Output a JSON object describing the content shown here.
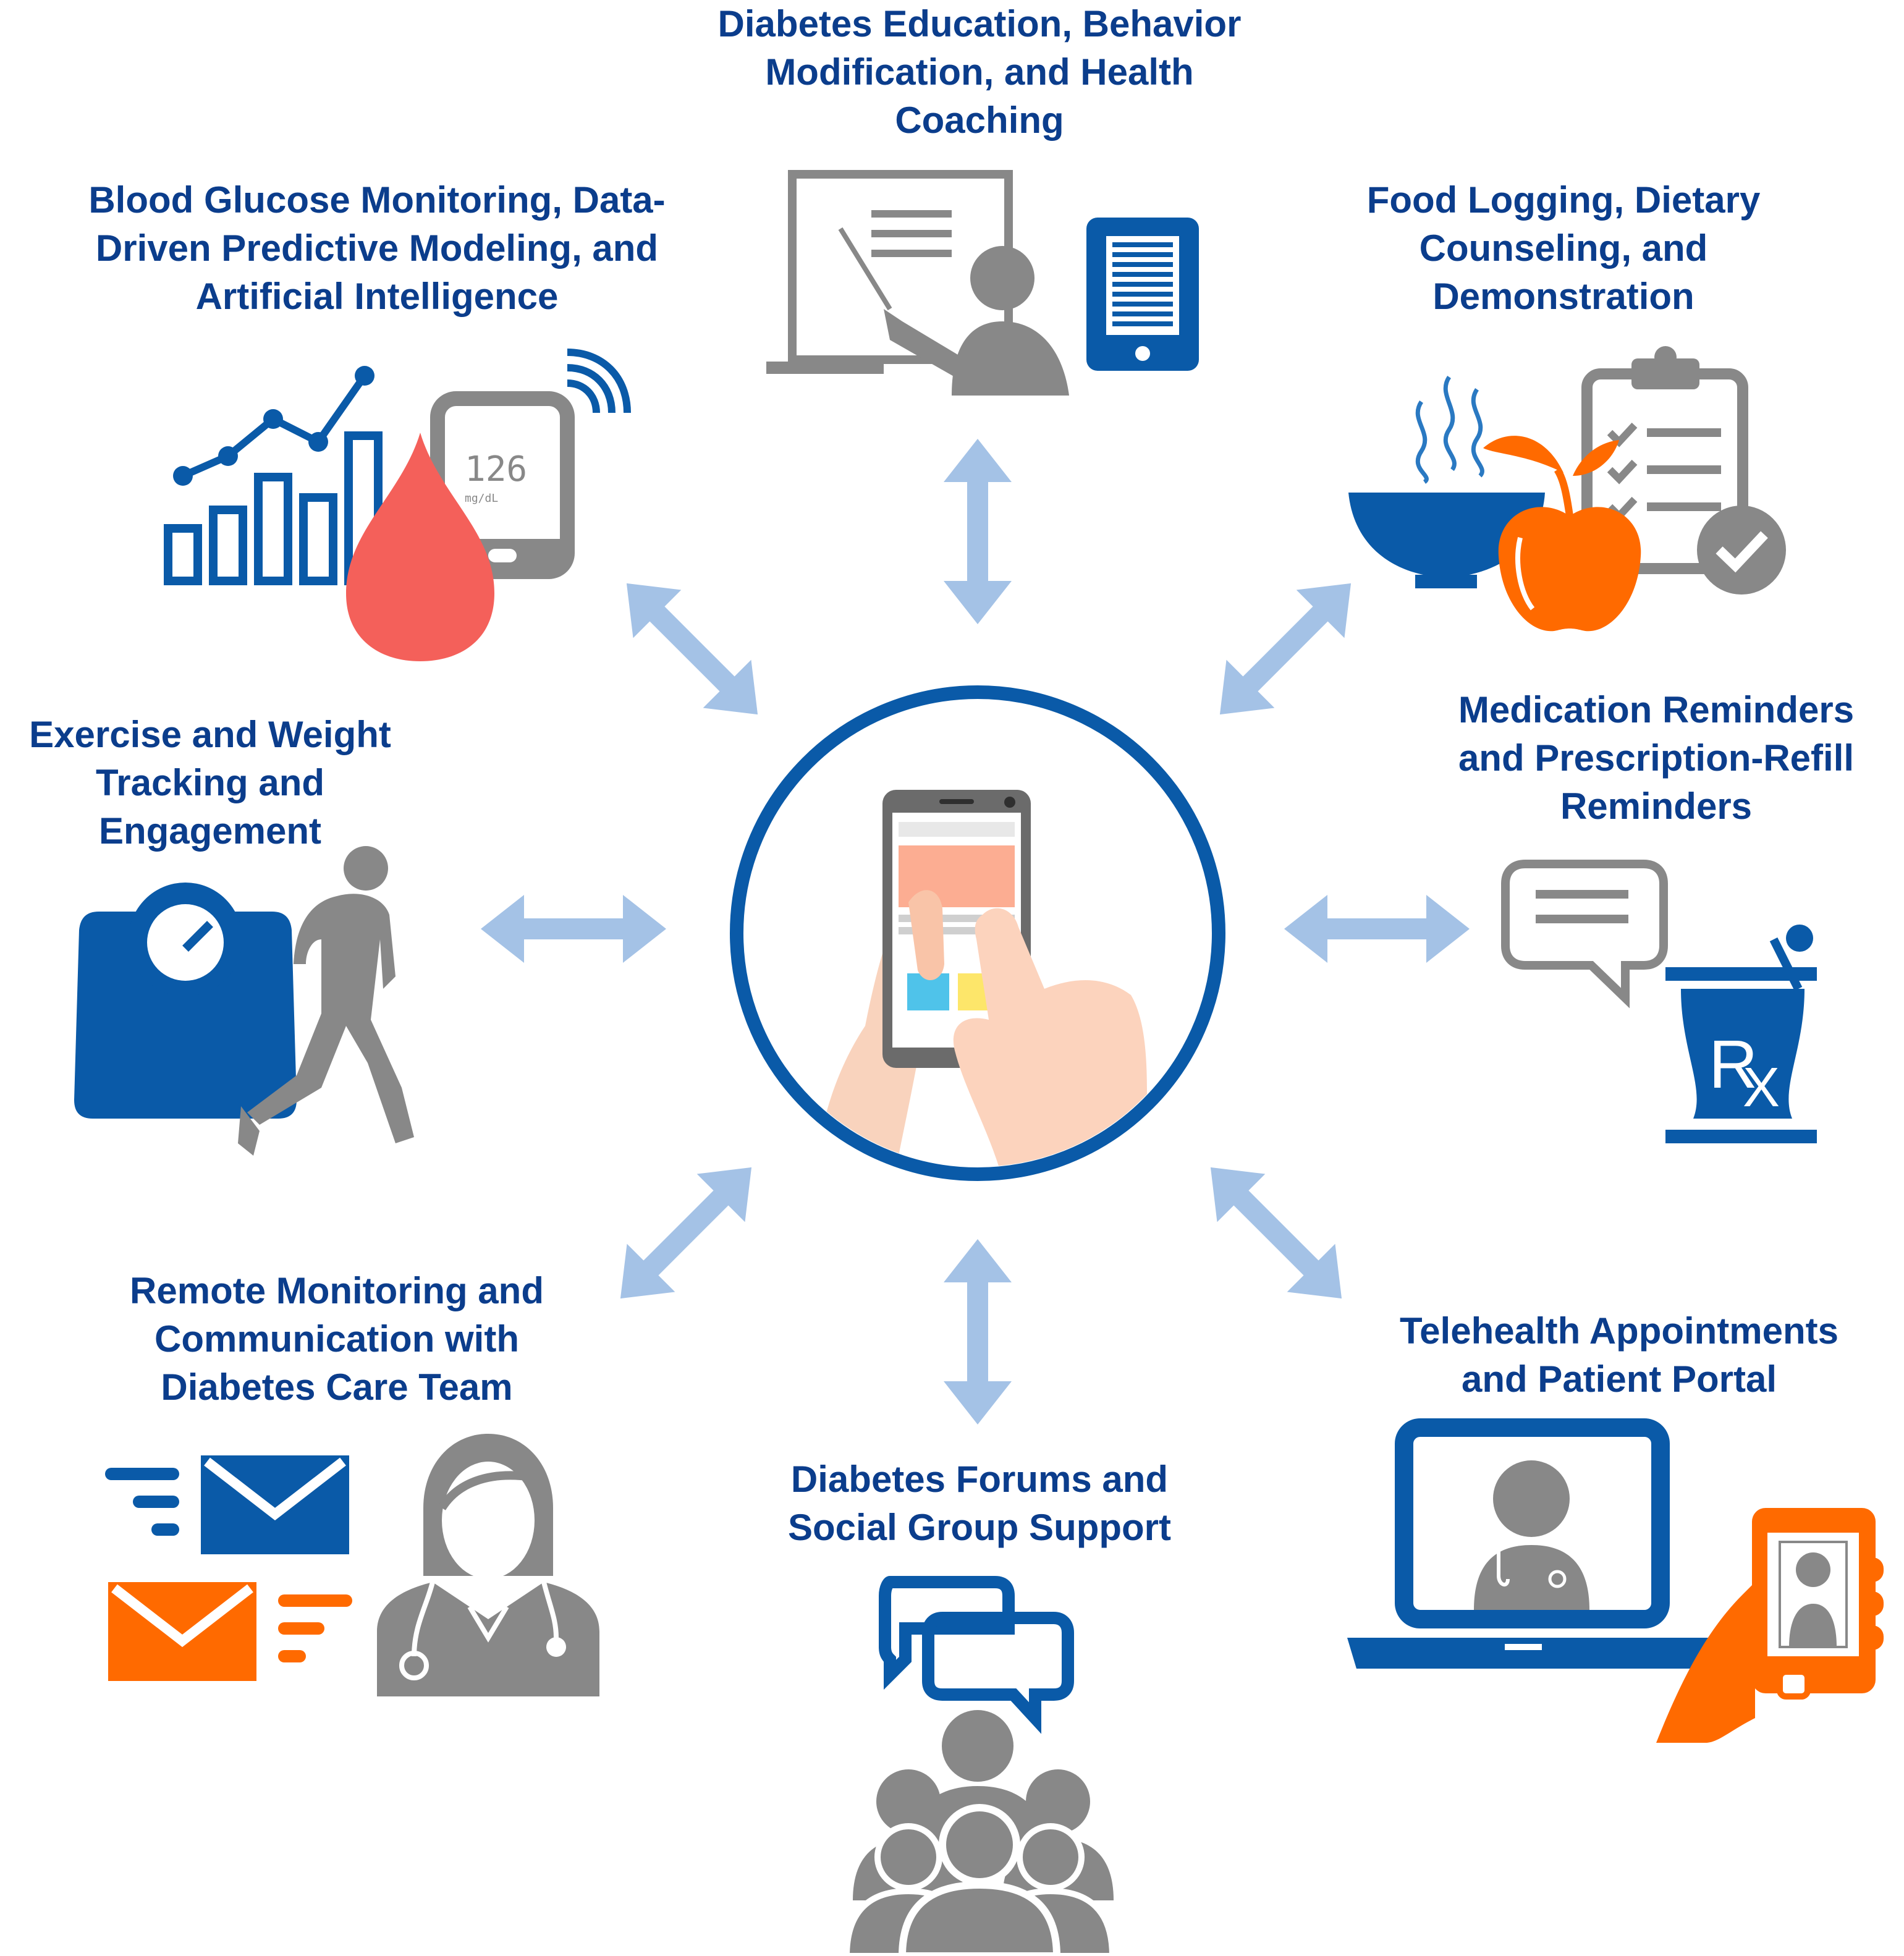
{
  "colors": {
    "label_text": "#0b3d8c",
    "primary_blue": "#0a5aa8",
    "icon_gray": "#888888",
    "accent_orange": "#ff6a00",
    "drop_red": "#f4605a",
    "arrow_blue": "#a4c2e6"
  },
  "hub": {
    "icon": "hands-smartphone-icon"
  },
  "nodes": [
    {
      "id": "education",
      "lines": [
        "Diabetes Education, Behavior",
        "Modification, and Health",
        "Coaching"
      ],
      "icons": [
        "presentation-board-icon",
        "tablet-document-icon"
      ]
    },
    {
      "id": "food",
      "lines": [
        "Food Logging, Dietary",
        "Counseling, and",
        "Demonstration"
      ],
      "icons": [
        "steaming-bowl-icon",
        "apple-icon",
        "checklist-clipboard-icon"
      ]
    },
    {
      "id": "medication",
      "lines": [
        "Medication Reminders",
        "and Prescription-Refill",
        "Reminders"
      ],
      "icons": [
        "speech-bubble-icon",
        "rx-mortar-icon"
      ]
    },
    {
      "id": "telehealth",
      "lines": [
        "Telehealth Appointments",
        "and Patient Portal"
      ],
      "icons": [
        "laptop-doctor-icon",
        "hand-phone-doctor-icon"
      ]
    },
    {
      "id": "forums",
      "lines": [
        "Diabetes Forums and",
        "Social Group Support"
      ],
      "icons": [
        "chat-bubbles-icon",
        "group-people-icon"
      ]
    },
    {
      "id": "remote",
      "lines": [
        "Remote Monitoring and",
        "Communication with",
        "Diabetes Care Team"
      ],
      "icons": [
        "email-envelope-icon",
        "doctor-stethoscope-icon"
      ]
    },
    {
      "id": "exercise",
      "lines": [
        "Exercise and Weight",
        "Tracking and",
        "Engagement"
      ],
      "icons": [
        "weight-scale-icon",
        "walking-person-icon"
      ]
    },
    {
      "id": "glucose",
      "lines": [
        "Blood Glucose Monitoring, Data-",
        "Driven Predictive Modeling, and",
        "Artificial Intelligence"
      ],
      "icons": [
        "bar-line-chart-icon",
        "blood-drop-icon",
        "glucose-meter-icon"
      ],
      "meter_value": "126",
      "meter_unit": "mg/dL"
    }
  ],
  "connections": [
    {
      "from": "hub",
      "to": "education"
    },
    {
      "from": "hub",
      "to": "food"
    },
    {
      "from": "hub",
      "to": "medication"
    },
    {
      "from": "hub",
      "to": "telehealth"
    },
    {
      "from": "hub",
      "to": "forums"
    },
    {
      "from": "hub",
      "to": "remote"
    },
    {
      "from": "hub",
      "to": "exercise"
    },
    {
      "from": "hub",
      "to": "glucose"
    }
  ]
}
